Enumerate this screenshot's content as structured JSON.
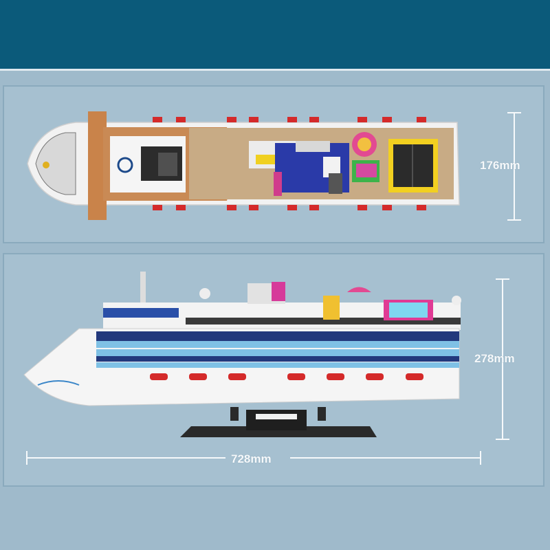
{
  "dimensions": {
    "width_label": "176mm",
    "height_label": "278mm",
    "length_label": "728mm"
  },
  "colors": {
    "header_band": "#0b5a7a",
    "background": "#9fbacb",
    "panel": "#a6c0d0",
    "dimension_lines": "#f6f9fb"
  },
  "views": {
    "top": "ship-top-view",
    "side": "ship-side-view"
  }
}
